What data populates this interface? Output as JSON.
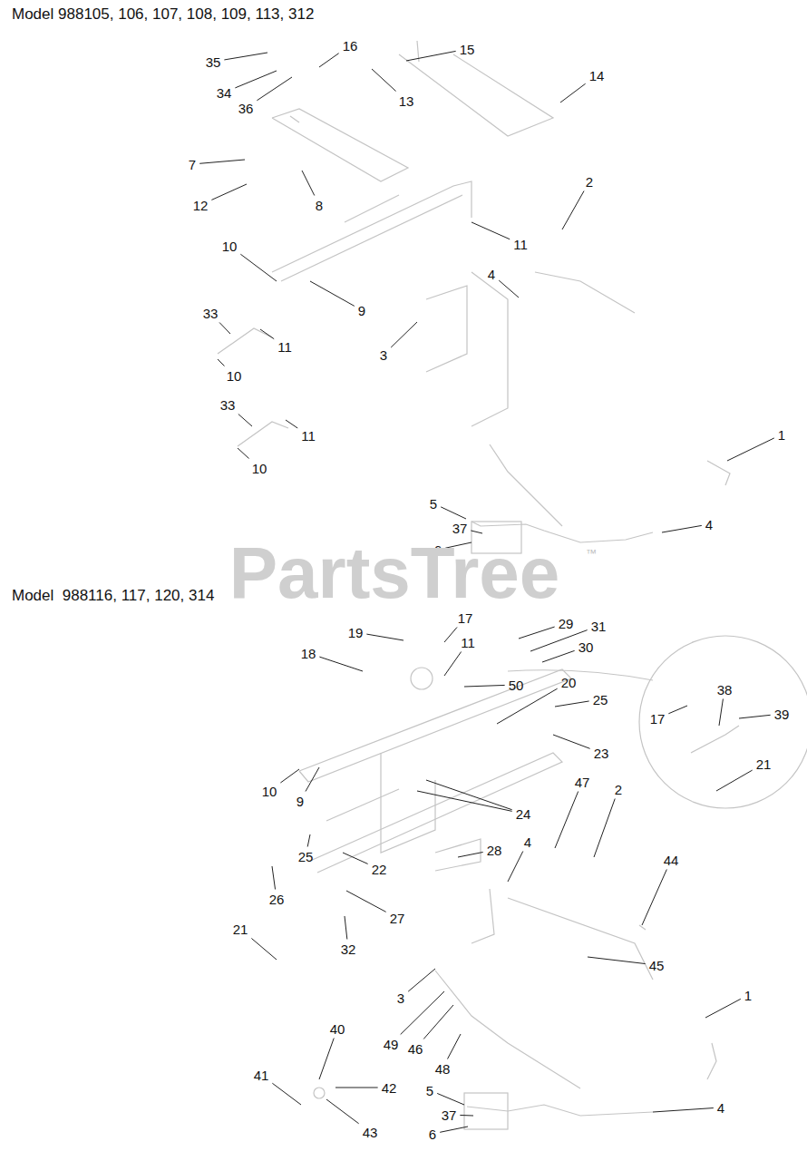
{
  "diagram": {
    "labels": [
      "Model 988105, 106, 107, 108, 109, 113, 312",
      "35",
      "16",
      "15",
      "34",
      "14",
      "36",
      "13",
      "7",
      "2",
      "12",
      "8",
      "11",
      "10",
      "4",
      "9",
      "33",
      "11",
      "3",
      "10",
      "33",
      "1",
      "11",
      "10",
      "5",
      "4",
      "37",
      "6",
      "PartsTree",
      "™",
      "Model  988116, 117, 120, 314",
      "17",
      "29",
      "31",
      "19",
      "11",
      "30",
      "18",
      "50",
      "20",
      "38",
      "25",
      "39",
      "17",
      "23",
      "21",
      "10",
      "9",
      "47",
      "2",
      "24",
      "25",
      "28",
      "4",
      "44",
      "22",
      "26",
      "27",
      "21",
      "32",
      "45",
      "1",
      "3",
      "40",
      "49",
      "46",
      "41",
      "48",
      "42",
      "5",
      "37",
      "4",
      "43",
      "6"
    ]
  }
}
